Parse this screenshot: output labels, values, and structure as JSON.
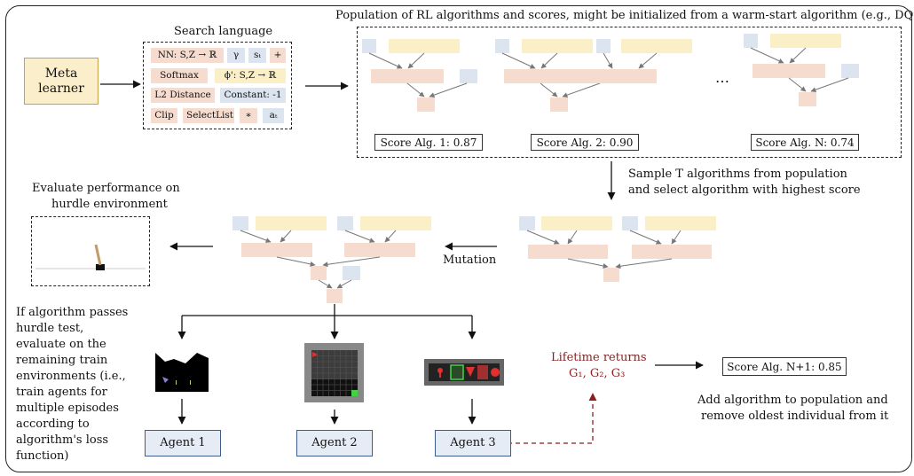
{
  "meta_learner": {
    "label": "Meta learner"
  },
  "search_language": {
    "title": "Search language",
    "tokens": [
      "NN: S,Z → ℝ",
      "γ",
      "sₜ",
      "+",
      "Softmax",
      "ϕ': S,Z → ℝ",
      "L2 Distance",
      "Constant: -1",
      "Clip",
      "SelectList",
      "∗",
      "aₜ"
    ]
  },
  "population": {
    "caption": "Population of RL algorithms and scores, might be initialized from a warm-start algorithm (e.g., DQN)",
    "ellipsis": "…",
    "scores": [
      "Score Alg. 1: 0.87",
      "Score Alg. 2: 0.90",
      "Score Alg. N: 0.74"
    ]
  },
  "sample_text": [
    "Sample T algorithms from population",
    "and select algorithm with highest score"
  ],
  "mutation_label": "Mutation",
  "evaluate_text": [
    "Evaluate performance on",
    "hurdle environment"
  ],
  "hurdle_text": [
    "If algorithm passes",
    "hurdle test,",
    "evaluate on the",
    "remaining train",
    "environments (i.e.,",
    "train agents for",
    "multiple episodes",
    "according to",
    "algorithm's loss",
    "function)"
  ],
  "agents": [
    "Agent 1",
    "Agent 2",
    "Agent 3"
  ],
  "lifetime": {
    "title": "Lifetime returns",
    "values": "G₁, G₂, G₃"
  },
  "new_score": "Score Alg. N+1: 0.85",
  "add_text": [
    "Add algorithm to population and",
    "remove oldest individual from it"
  ],
  "colors": {
    "pink": "#f6dccf",
    "blue": "#dce4f0",
    "yellow": "#fbefc7",
    "dark_red": "#8b1f1f",
    "agent_border": "#3f5d8a"
  }
}
